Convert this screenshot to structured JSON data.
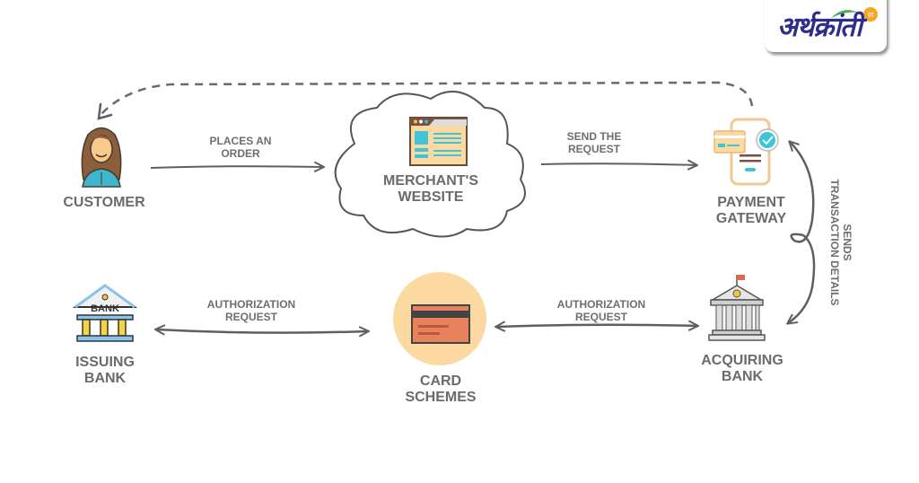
{
  "brand": {
    "logo_text": "अर्थक्रांती",
    "logo_badge": "ग्रा"
  },
  "nodes": {
    "customer": {
      "label": "CUSTOMER",
      "icon": "woman-customer-icon"
    },
    "merchant": {
      "label_line1": "MERCHANT'S",
      "label_line2": "WEBSITE",
      "icon": "browser-window-icon"
    },
    "gateway": {
      "label_line1": "PAYMENT",
      "label_line2": "GATEWAY",
      "icon": "phone-card-check-icon"
    },
    "acquiring": {
      "label_line1": "ACQUIRING",
      "label_line2": "BANK",
      "icon": "bank-building-flag-icon"
    },
    "schemes": {
      "label_line1": "CARD",
      "label_line2": "SCHEMES",
      "icon": "credit-card-icon"
    },
    "issuing": {
      "label_line1": "ISSUING",
      "label_line2": "BANK",
      "icon": "bank-building-icon",
      "icon_text": "BANK"
    }
  },
  "edges": {
    "customer_to_merchant": {
      "line1": "PLACES AN",
      "line2": "ORDER"
    },
    "merchant_to_gateway": {
      "line1": "SEND THE",
      "line2": "REQUEST"
    },
    "gateway_acquiring": {
      "line1": "SENDS",
      "line2": "TRANSACTION DETAILS"
    },
    "acquiring_schemes": {
      "line1": "AUTHORIZATION",
      "line2": "REQUEST"
    },
    "schemes_issuing": {
      "line1": "AUTHORIZATION",
      "line2": "REQUEST"
    },
    "gateway_to_customer": {
      "style": "dashed"
    }
  },
  "colors": {
    "text": "#6b6b6b",
    "arrow": "#5f5f5f",
    "logo": "#2d2c8f",
    "card_circle": "#fbd9a0",
    "card_body": "#e8825c",
    "teal": "#3fc4d8"
  }
}
